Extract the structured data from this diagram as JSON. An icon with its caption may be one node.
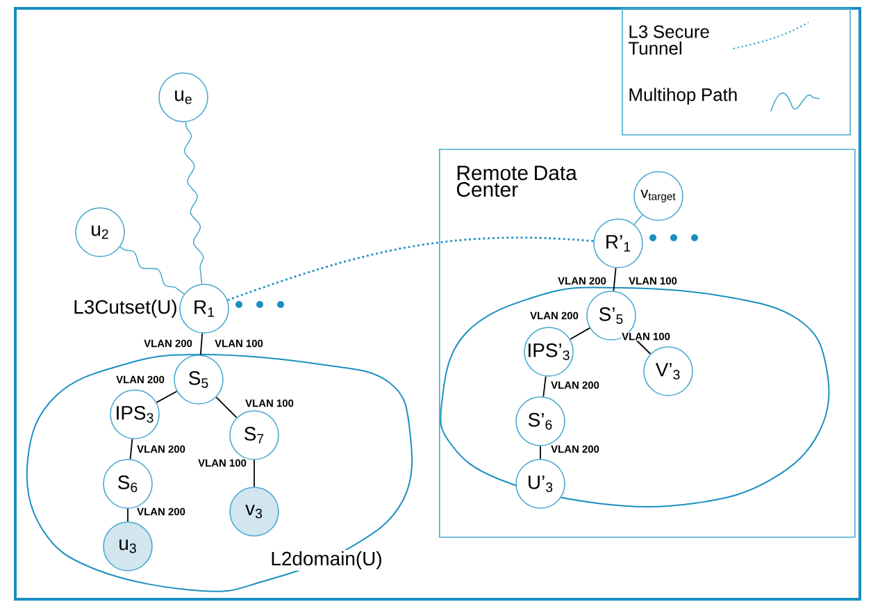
{
  "diagram": {
    "nodes": [
      {
        "text": [
          "u$_{e}$"
        ]
      },
      {
        "text": [
          "u$_{2}$"
        ]
      },
      {
        "text": [
          "R$_{1}$"
        ],
        "beside": [
          "L3Cutset(U)"
        ]
      },
      {
        "text": [
          "L2domain(U)"
        ]
      },
      {
        "text": [
          "S$_{5}$"
        ],
        "in": 3
      },
      {
        "text": [
          "IPS$_{3}$"
        ],
        "in": 3
      },
      {
        "text": [
          "S$_{7}$"
        ],
        "in": 3
      },
      {
        "text": [
          "S$_{6}$"
        ],
        "in": 3
      },
      {
        "text": [
          "v$_{3}$"
        ],
        "in": 3
      },
      {
        "text": [
          "u$_{3}$"
        ],
        "in": 3
      },
      {
        "text": [
          "Remote Data Center"
        ]
      },
      {
        "text": [
          "v$_{target}$"
        ],
        "in": 10
      },
      {
        "text": [
          "R’$_{1}$"
        ],
        "in": 10
      },
      {
        "text": [],
        "shape": "cloud",
        "in": 10
      },
      {
        "text": [
          "S’$_{5}$"
        ],
        "in": 13
      },
      {
        "text": [
          "IPS’$_{3}$"
        ],
        "in": 13
      },
      {
        "text": [
          "V’$_{3}$"
        ],
        "in": 13
      },
      {
        "text": [
          "S’$_{6}$"
        ],
        "in": 13
      },
      {
        "text": [
          "U’$_{3}$"
        ],
        "in": 13
      }
    ],
    "edges": [
      {
        "from": 0,
        "to": 2,
        "arrow": "none",
        "color": "#3aa0cc"
      },
      {
        "from": 1,
        "to": 2,
        "arrow": "none",
        "color": "#3aa0cc"
      },
      {
        "from": 2,
        "to": 12,
        "arrow": "none",
        "style": "dashed",
        "color": "#1a8fc0"
      },
      {
        "from": 2,
        "to": 4,
        "arrow": "none"
      },
      {
        "from": 4,
        "to": 5,
        "arrow": "none"
      },
      {
        "from": 4,
        "to": 6,
        "arrow": "none"
      },
      {
        "from": 5,
        "to": 7,
        "arrow": "none"
      },
      {
        "from": 6,
        "to": 8,
        "arrow": "none"
      },
      {
        "from": 7,
        "to": 9,
        "arrow": "none"
      },
      {
        "from": 11,
        "to": 12,
        "arrow": "none",
        "color": "#3aa0cc"
      },
      {
        "from": 12,
        "to": 14,
        "arrow": "none"
      },
      {
        "from": 14,
        "to": 15,
        "arrow": "none"
      },
      {
        "from": 14,
        "to": 16,
        "arrow": "none"
      },
      {
        "from": 15,
        "to": 17,
        "arrow": "none"
      },
      {
        "from": 17,
        "to": 18,
        "arrow": "none"
      }
    ],
    "labels": [
      "VLAN 200",
      "VLAN 100",
      "VLAN 200",
      "VLAN 100",
      "VLAN 200",
      "VLAN 100",
      "VLAN 200",
      "VLAN 200",
      "VLAN 100",
      "VLAN 200",
      "VLAN 100",
      "VLAN 200",
      "VLAN 200"
    ],
    "legend": [
      {
        "text": "L3 Secure Tunnel"
      },
      {
        "text": "Multihop Path"
      }
    ]
  }
}
